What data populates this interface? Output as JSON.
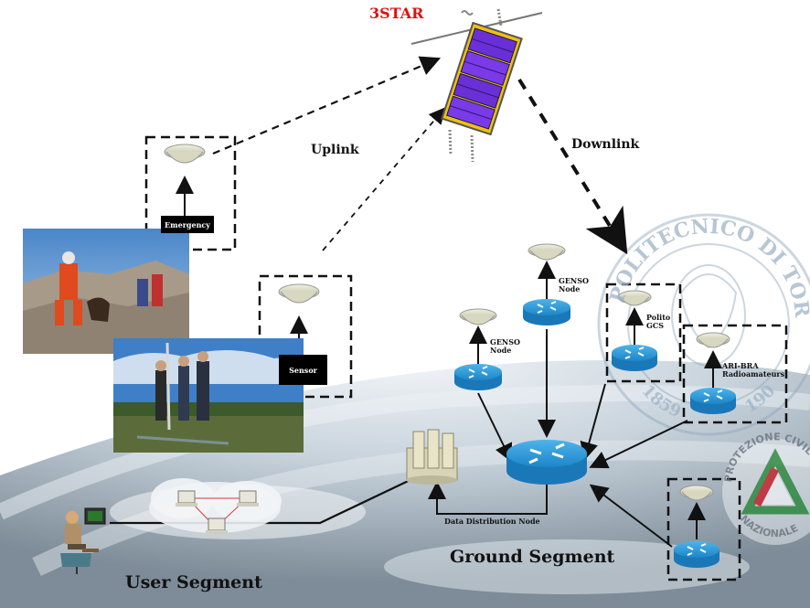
{
  "satellite": {
    "name": "3STAR"
  },
  "links": {
    "uplink": "Uplink",
    "downlink": "Downlink"
  },
  "user_stations": {
    "emergency": "Emergency",
    "sensor": "Sensor"
  },
  "ground_nodes": {
    "genso_1": [
      "GENSO",
      "Node"
    ],
    "genso_2": [
      "GENSO",
      "Node"
    ],
    "polito": [
      "Polito",
      "GCS"
    ],
    "ari_bra": [
      "ARI-BRA",
      "Radioamateurs"
    ],
    "data_distribution": "Data Distribution Node"
  },
  "segments": {
    "ground": "Ground Segment",
    "user": "User Segment"
  },
  "logos": {
    "polito_ring": "POLITECNICO DI TORINO",
    "polito_year": "1859",
    "polito_year2": "190",
    "protezione_top": "PROTEZIONE CIVILE",
    "protezione_bottom": "NAZIONALE"
  },
  "colors": {
    "satellite_panel": "#6a2fd6",
    "router": "#1f8fcf",
    "title_red": "#e01010"
  }
}
